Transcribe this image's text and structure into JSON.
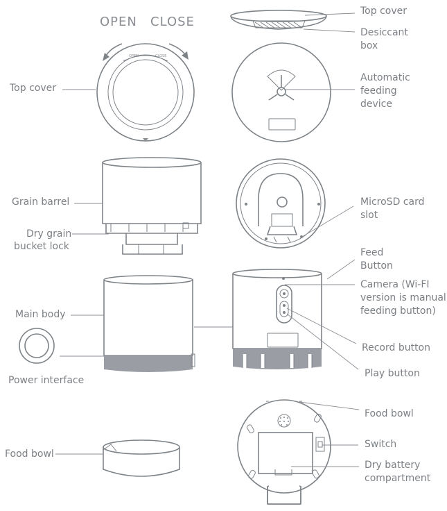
{
  "labels": {
    "open": "OPEN",
    "close": "CLOSE",
    "top_cover_left": "Top cover",
    "top_cover_right": "Top cover",
    "desiccant_line1": "Desiccant",
    "desiccant_line2": "box",
    "auto_feed_line1": "Automatic",
    "auto_feed_line2": "feeding",
    "auto_feed_line3": "device",
    "grain_barrel": "Grain barrel",
    "dry_grain_line1": "Dry grain",
    "dry_grain_line2": "bucket lock",
    "microsd_line1": "MicroSD card",
    "microsd_line2": "slot",
    "feed_button_line1": "Feed",
    "feed_button_line2": "Button",
    "camera_line1": "Camera (Wi-FI",
    "camera_line2": "version is manual",
    "camera_line3": "feeding button)",
    "main_body": "Main body",
    "power_interface": "Power interface",
    "record_button": "Record button",
    "play_button": "Play button",
    "food_bowl_right": "Food bowl",
    "switch": "Switch",
    "dry_battery_line1": "Dry battery",
    "dry_battery_line2": "compartment",
    "food_bowl_left": "Food bowl"
  },
  "lid_ring_text": {
    "open": "OPEN",
    "close": "CLOSE"
  }
}
